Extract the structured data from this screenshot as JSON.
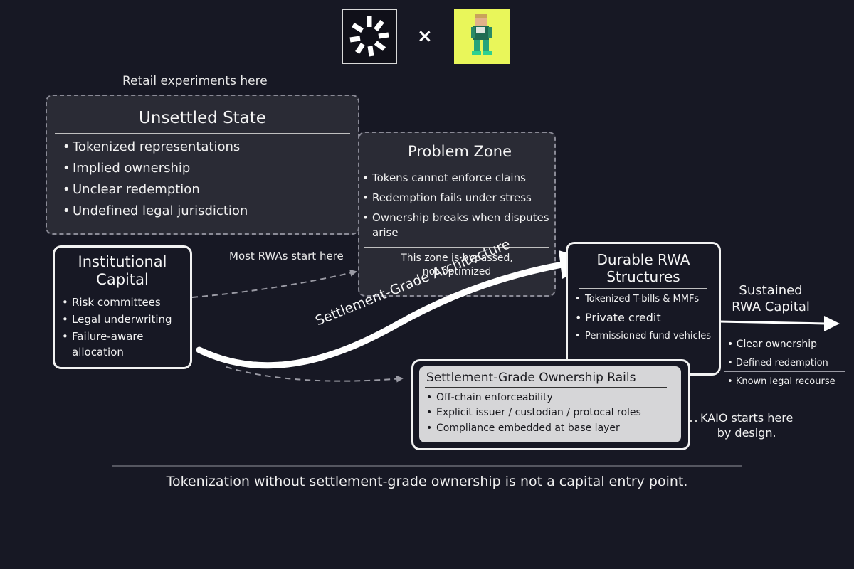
{
  "logos": {
    "separator": "×"
  },
  "retail_label": "Retail experiments here",
  "unsettled": {
    "title": "Unsettled State",
    "items": [
      "Tokenized representations",
      "Implied ownership",
      "Unclear redemption",
      "Undefined legal jurisdiction"
    ]
  },
  "problem": {
    "title": "Problem Zone",
    "items": [
      "Tokens cannot enforce clains",
      "Redemption fails under stress",
      "Ownership breaks when disputes arise"
    ],
    "bypass_line1": "This zone is bypassed,",
    "bypass_line2": "not optimized"
  },
  "most_rwas": "Most RWAs start here",
  "institutional": {
    "title_line1": "Institutional",
    "title_line2": "Capital",
    "items": [
      "Risk committees",
      "Legal underwriting",
      "Failure-aware allocation"
    ]
  },
  "arrow_label": "Settlement-Grade Architecture",
  "durable": {
    "title_line1": "Durable RWA",
    "title_line2": "Structures",
    "items": [
      "Tokenized T-bills & MMFs",
      "Private credit",
      "Permissioned fund vehicles"
    ]
  },
  "sustained": {
    "line1": "Sustained",
    "line2": "RWA Capital",
    "items": [
      "Clear ownership",
      "Defined redemption",
      "Known legal recourse"
    ]
  },
  "rails": {
    "title": "Settlement-Grade Ownership Rails",
    "items": [
      "Off-chain enforceability",
      "Explicit issuer / custodian / protocal roles",
      "Compliance embedded at base layer"
    ]
  },
  "kaio": {
    "line1": "KAIO starts here",
    "line2": "by design."
  },
  "footer": "Tokenization without settlement-grade ownership is not a capital entry point.",
  "colors": {
    "background": "#171824",
    "logo_right_bg": "#e9f65a",
    "rails_bg": "#d6d6d8",
    "arrow": "#ffffff",
    "dashed_box_bg": "#2a2b35"
  }
}
